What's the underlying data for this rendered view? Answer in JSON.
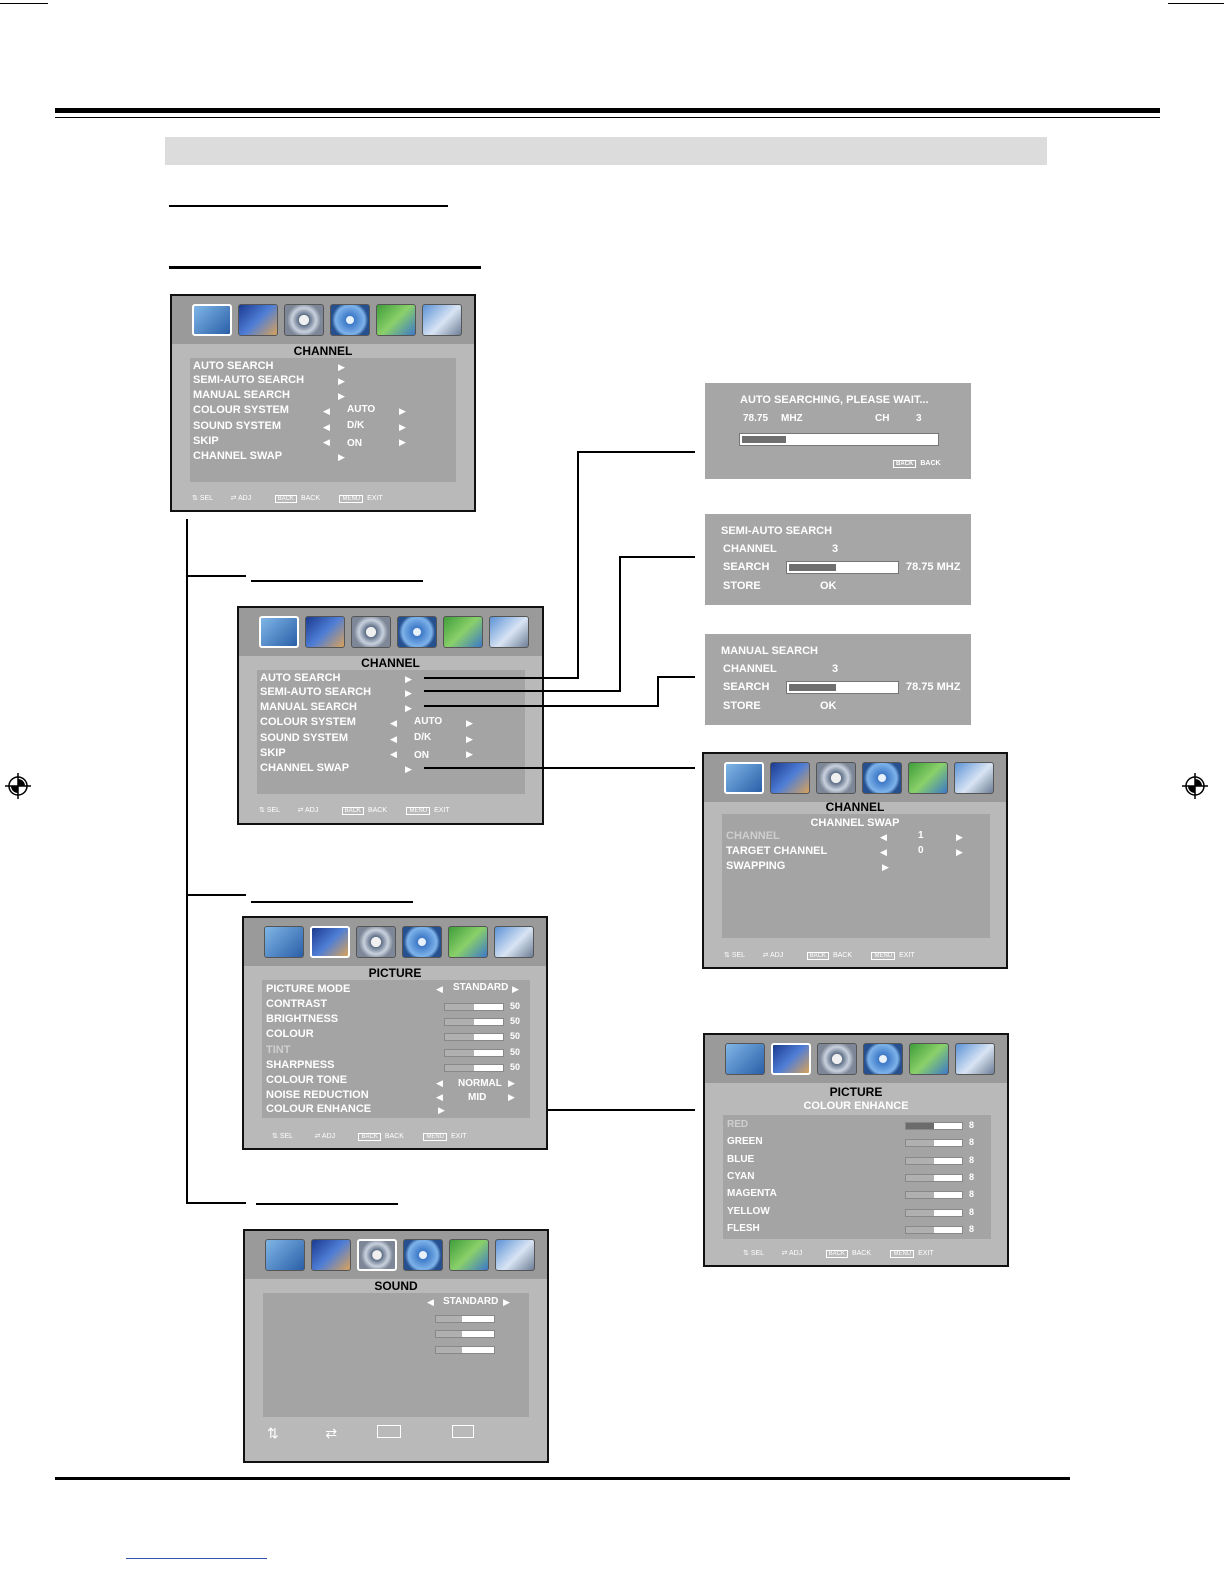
{
  "icon_names": [
    "tv-search-icon",
    "picture-icon",
    "sound-icon",
    "clock-icon",
    "function-icon",
    "setup-icon"
  ],
  "osd_main": {
    "title": "CHANNEL",
    "items": [
      "AUTO SEARCH",
      "SEMI-AUTO SEARCH",
      "MANUAL SEARCH",
      "COLOUR SYSTEM",
      "SOUND SYSTEM",
      "SKIP",
      "CHANNEL SWAP"
    ],
    "values": {
      "colour_system": "AUTO",
      "sound_system": "D/K",
      "skip": "ON"
    },
    "footer": {
      "sel": "SEL",
      "adj": "ADJ",
      "back_key": "BACK",
      "back": "BACK",
      "menu_key": "MENU",
      "exit": "EXIT"
    }
  },
  "osd_picture": {
    "title": "PICTURE",
    "mode_label": "PICTURE MODE",
    "mode_value": "STANDARD",
    "sliders": [
      {
        "label": "CONTRAST",
        "value": "50"
      },
      {
        "label": "BRIGHTNESS",
        "value": "50"
      },
      {
        "label": "COLOUR",
        "value": "50"
      },
      {
        "label": "TINT",
        "value": "50"
      },
      {
        "label": "SHARPNESS",
        "value": "50"
      }
    ],
    "colour_tone_label": "COLOUR TONE",
    "colour_tone_value": "NORMAL",
    "noise_label": "NOISE   REDUCTION",
    "noise_value": "MID",
    "enhance_label": "COLOUR ENHANCE"
  },
  "osd_sound": {
    "title": "SOUND",
    "mode_value": "STANDARD"
  },
  "auto_search": {
    "title": "AUTO SEARCHING, PLEASE WAIT...",
    "freq": "78.75",
    "unit": "MHZ",
    "ch_label": "CH",
    "ch_value": "3",
    "back_key": "BACK",
    "back": "BACK",
    "progress": 0.22
  },
  "semi_auto": {
    "title": "SEMI-AUTO SEARCH",
    "channel_label": "CHANNEL",
    "channel_value": "3",
    "search_label": "SEARCH",
    "freq": "78.75 MHZ",
    "store_label": "STORE",
    "store_value": "OK",
    "progress": 0.42
  },
  "manual": {
    "title": "MANUAL SEARCH",
    "channel_label": "CHANNEL",
    "channel_value": "3",
    "search_label": "SEARCH",
    "freq": "78.75 MHZ",
    "store_label": "STORE",
    "store_value": "OK",
    "progress": 0.42
  },
  "channel_swap": {
    "title": "CHANNEL",
    "subtitle": "CHANNEL SWAP",
    "rows": [
      {
        "label": "CHANNEL",
        "value": "1"
      },
      {
        "label": "TARGET CHANNEL",
        "value": "0"
      },
      {
        "label": "SWAPPING",
        "value": ""
      }
    ]
  },
  "colour_enhance": {
    "title": "PICTURE",
    "subtitle": "COLOUR ENHANCE",
    "rows": [
      {
        "label": "RED",
        "value": "8"
      },
      {
        "label": "GREEN",
        "value": "8"
      },
      {
        "label": "BLUE",
        "value": "8"
      },
      {
        "label": "CYAN",
        "value": "8"
      },
      {
        "label": "MAGENTA",
        "value": "8"
      },
      {
        "label": "YELLOW",
        "value": "8"
      },
      {
        "label": "FLESH",
        "value": "8"
      }
    ]
  }
}
